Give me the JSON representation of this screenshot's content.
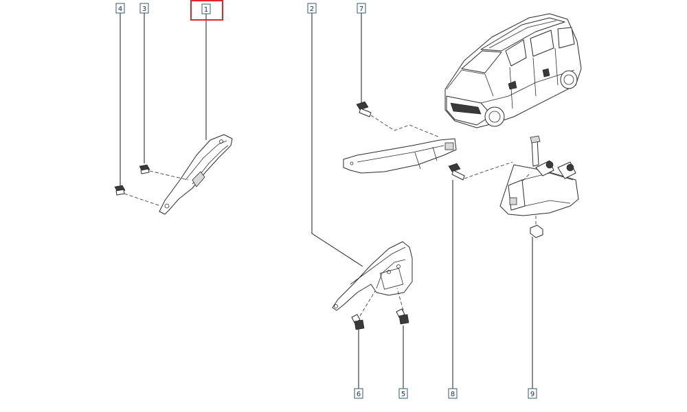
{
  "callouts": {
    "c1": "1",
    "c2": "2",
    "c3": "3",
    "c4": "4",
    "c5": "5",
    "c6": "6",
    "c7": "7",
    "c8": "8",
    "c9": "9"
  },
  "selected_callout": "1",
  "colors": {
    "highlight": "#e0262b",
    "callout_border": "#2c5a73",
    "line": "#2a2a2a"
  }
}
